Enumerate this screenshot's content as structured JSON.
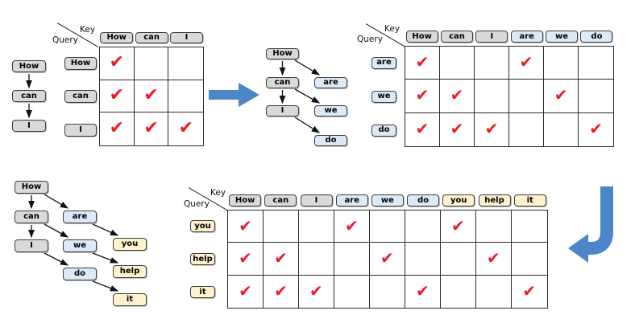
{
  "labels": {
    "key": "Key",
    "query": "Query"
  },
  "check_glyph": "✔",
  "colors": {
    "gray_fill": "#D9D9D9",
    "blue_fill": "#DCE9F7",
    "yellow_fill": "#FFF2CC",
    "box_border": "#3D3D3D",
    "grid_line": "#2B2B2B",
    "check_red": "#ED1C24",
    "arrow_blue": "#4A86C8"
  },
  "chains": [
    {
      "id": "chain1",
      "nodes": [
        {
          "label": "How",
          "color": "gray"
        },
        {
          "label": "can",
          "color": "gray"
        },
        {
          "label": "I",
          "color": "gray"
        }
      ],
      "edges": [
        [
          0,
          1
        ],
        [
          1,
          2
        ]
      ]
    },
    {
      "id": "chain2",
      "nodes": [
        {
          "label": "How",
          "color": "gray"
        },
        {
          "label": "can",
          "color": "gray"
        },
        {
          "label": "I",
          "color": "gray"
        },
        {
          "label": "are",
          "color": "blue"
        },
        {
          "label": "we",
          "color": "blue"
        },
        {
          "label": "do",
          "color": "blue"
        }
      ],
      "edges": [
        [
          0,
          1
        ],
        [
          1,
          2
        ],
        [
          0,
          3
        ],
        [
          1,
          4
        ],
        [
          2,
          5
        ]
      ]
    },
    {
      "id": "chain3",
      "nodes": [
        {
          "label": "How",
          "color": "gray"
        },
        {
          "label": "can",
          "color": "gray"
        },
        {
          "label": "I",
          "color": "gray"
        },
        {
          "label": "are",
          "color": "blue"
        },
        {
          "label": "we",
          "color": "blue"
        },
        {
          "label": "do",
          "color": "blue"
        },
        {
          "label": "you",
          "color": "yellow"
        },
        {
          "label": "help",
          "color": "yellow"
        },
        {
          "label": "it",
          "color": "yellow"
        }
      ],
      "edges": [
        [
          0,
          1
        ],
        [
          1,
          2
        ],
        [
          0,
          3
        ],
        [
          1,
          4
        ],
        [
          2,
          5
        ],
        [
          3,
          6
        ],
        [
          4,
          7
        ],
        [
          5,
          8
        ]
      ]
    }
  ],
  "matrices": [
    {
      "id": "matrix1",
      "keys": [
        {
          "label": "How",
          "color": "gray"
        },
        {
          "label": "can",
          "color": "gray"
        },
        {
          "label": "I",
          "color": "gray"
        }
      ],
      "queries": [
        {
          "label": "How",
          "color": "gray"
        },
        {
          "label": "can",
          "color": "gray"
        },
        {
          "label": "I",
          "color": "gray"
        }
      ],
      "checks": [
        [
          0
        ],
        [
          0,
          1
        ],
        [
          0,
          1,
          2
        ]
      ]
    },
    {
      "id": "matrix2",
      "keys": [
        {
          "label": "How",
          "color": "gray"
        },
        {
          "label": "can",
          "color": "gray"
        },
        {
          "label": "I",
          "color": "gray"
        },
        {
          "label": "are",
          "color": "blue"
        },
        {
          "label": "we",
          "color": "blue"
        },
        {
          "label": "do",
          "color": "blue"
        }
      ],
      "queries": [
        {
          "label": "are",
          "color": "blue"
        },
        {
          "label": "we",
          "color": "blue"
        },
        {
          "label": "do",
          "color": "blue"
        }
      ],
      "checks": [
        [
          0,
          3
        ],
        [
          0,
          1,
          4
        ],
        [
          0,
          1,
          2,
          5
        ]
      ]
    },
    {
      "id": "matrix3",
      "keys": [
        {
          "label": "How",
          "color": "gray"
        },
        {
          "label": "can",
          "color": "gray"
        },
        {
          "label": "I",
          "color": "gray"
        },
        {
          "label": "are",
          "color": "blue"
        },
        {
          "label": "we",
          "color": "blue"
        },
        {
          "label": "do",
          "color": "blue"
        },
        {
          "label": "you",
          "color": "yellow"
        },
        {
          "label": "help",
          "color": "yellow"
        },
        {
          "label": "it",
          "color": "yellow"
        }
      ],
      "queries": [
        {
          "label": "you",
          "color": "yellow"
        },
        {
          "label": "help",
          "color": "yellow"
        },
        {
          "label": "it",
          "color": "yellow"
        }
      ],
      "checks": [
        [
          0,
          3,
          6
        ],
        [
          0,
          1,
          4,
          7
        ],
        [
          0,
          1,
          2,
          5,
          8
        ]
      ]
    }
  ]
}
